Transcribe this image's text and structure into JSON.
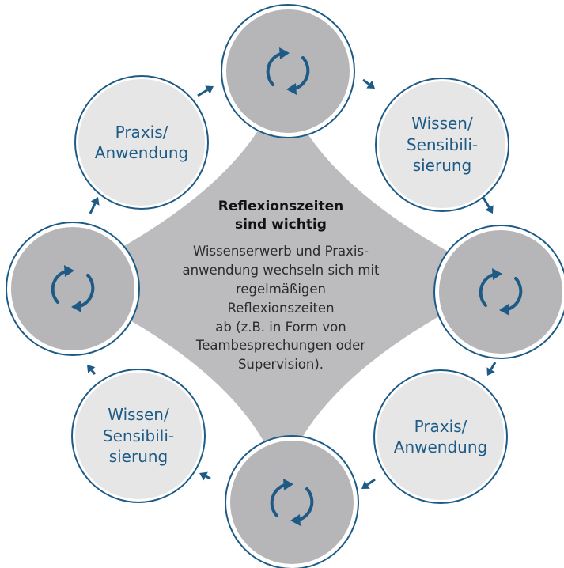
{
  "colors": {
    "accent": "#1d5b86",
    "diamond": "#bcbcbe",
    "light_node": "#e6e6e7",
    "dark_node": "#b6b6b8"
  },
  "center": {
    "title_line1": "Reflexionszeiten",
    "title_line2": "sind wichtig",
    "body_lines": [
      "Wissenserwerb und Praxis-",
      "anwendung wechseln sich mit",
      "regelmäßigen Reflexionszeiten",
      "ab (z.B. in Form von",
      "Teambesprechungen oder",
      "Supervision)."
    ]
  },
  "nodes": {
    "praxis_top": [
      "Praxis/",
      "Anwendung"
    ],
    "wissen_right": [
      "Wissen/",
      "Sensibili-",
      "sierung"
    ],
    "praxis_bottom": [
      "Praxis/",
      "Anwendung"
    ],
    "wissen_left": [
      "Wissen/",
      "Sensibili-",
      "sierung"
    ]
  },
  "icons": {
    "reflection_cycle": "refresh-cycle-icon",
    "flow": "arrow-icon"
  }
}
